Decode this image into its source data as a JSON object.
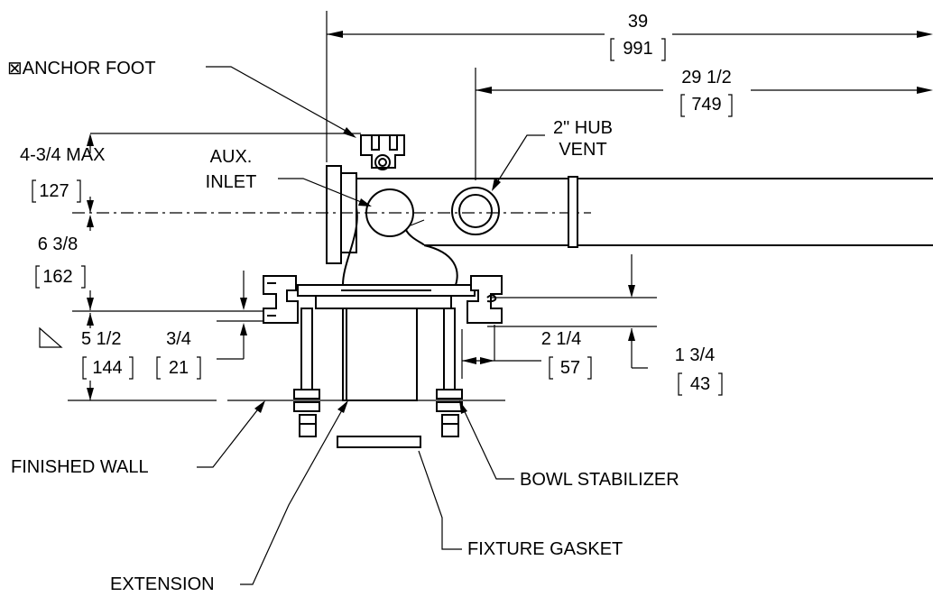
{
  "callouts": {
    "anchor_foot": "⊠ANCHOR FOOT",
    "aux_inlet_line1": "AUX.",
    "aux_inlet_line2": "INLET",
    "hub_vent_line1": "2\" HUB",
    "hub_vent_line2": "VENT",
    "finished_wall": "FINISHED WALL",
    "bowl_stabilizer": "BOWL STABILIZER",
    "fixture_gasket": "FIXTURE GASKET",
    "extension": "EXTENSION"
  },
  "dimensions": {
    "overall_width": {
      "imperial": "39",
      "metric": "991"
    },
    "vent_offset": {
      "imperial": "29 1/2",
      "metric": "749"
    },
    "max_height": {
      "imperial": "4-3/4 MAX",
      "metric": "127"
    },
    "inlet_height": {
      "imperial": "6 3/8",
      "metric": "162"
    },
    "wall_to_bolt": {
      "imperial": "5 1/2",
      "metric": "144"
    },
    "foot_thickness": {
      "imperial": "3/4",
      "metric": "21"
    },
    "bolt_spacing": {
      "imperial": "2 1/4",
      "metric": "57"
    },
    "stabilizer_height": {
      "imperial": "1 3/4",
      "metric": "43"
    }
  }
}
